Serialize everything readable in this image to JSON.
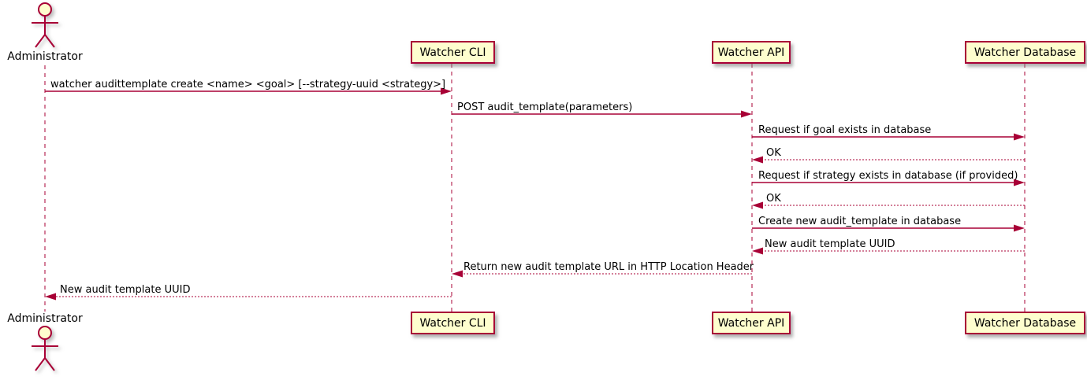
{
  "diagram": {
    "kind": "plantuml-sequence-diagram",
    "colors": {
      "accent": "#A80036",
      "participant_fill": "#FEFECE",
      "text": "#000000"
    },
    "actors": [
      {
        "name": "Administrator",
        "kind": "actor"
      },
      {
        "name": "Watcher CLI",
        "kind": "participant"
      },
      {
        "name": "Watcher API",
        "kind": "participant"
      },
      {
        "name": "Watcher Database",
        "kind": "participant"
      }
    ],
    "messages": [
      {
        "from": "Administrator",
        "to": "Watcher CLI",
        "style": "solid",
        "label": "watcher audittemplate create <name> <goal> [--strategy-uuid <strategy>]"
      },
      {
        "from": "Watcher CLI",
        "to": "Watcher API",
        "style": "solid",
        "label": "POST audit_template(parameters)"
      },
      {
        "from": "Watcher API",
        "to": "Watcher Database",
        "style": "solid",
        "label": "Request if goal exists in database"
      },
      {
        "from": "Watcher Database",
        "to": "Watcher API",
        "style": "dashed",
        "label": "OK"
      },
      {
        "from": "Watcher API",
        "to": "Watcher Database",
        "style": "solid",
        "label": "Request if strategy exists in database (if provided)"
      },
      {
        "from": "Watcher Database",
        "to": "Watcher API",
        "style": "dashed",
        "label": "OK"
      },
      {
        "from": "Watcher API",
        "to": "Watcher Database",
        "style": "solid",
        "label": "Create new audit_template in database"
      },
      {
        "from": "Watcher Database",
        "to": "Watcher API",
        "style": "dashed",
        "label": "New audit template UUID"
      },
      {
        "from": "Watcher API",
        "to": "Watcher CLI",
        "style": "dashed",
        "label": "Return new audit template URL in HTTP Location Header"
      },
      {
        "from": "Watcher CLI",
        "to": "Administrator",
        "style": "dashed",
        "label": "New audit template UUID"
      }
    ]
  }
}
